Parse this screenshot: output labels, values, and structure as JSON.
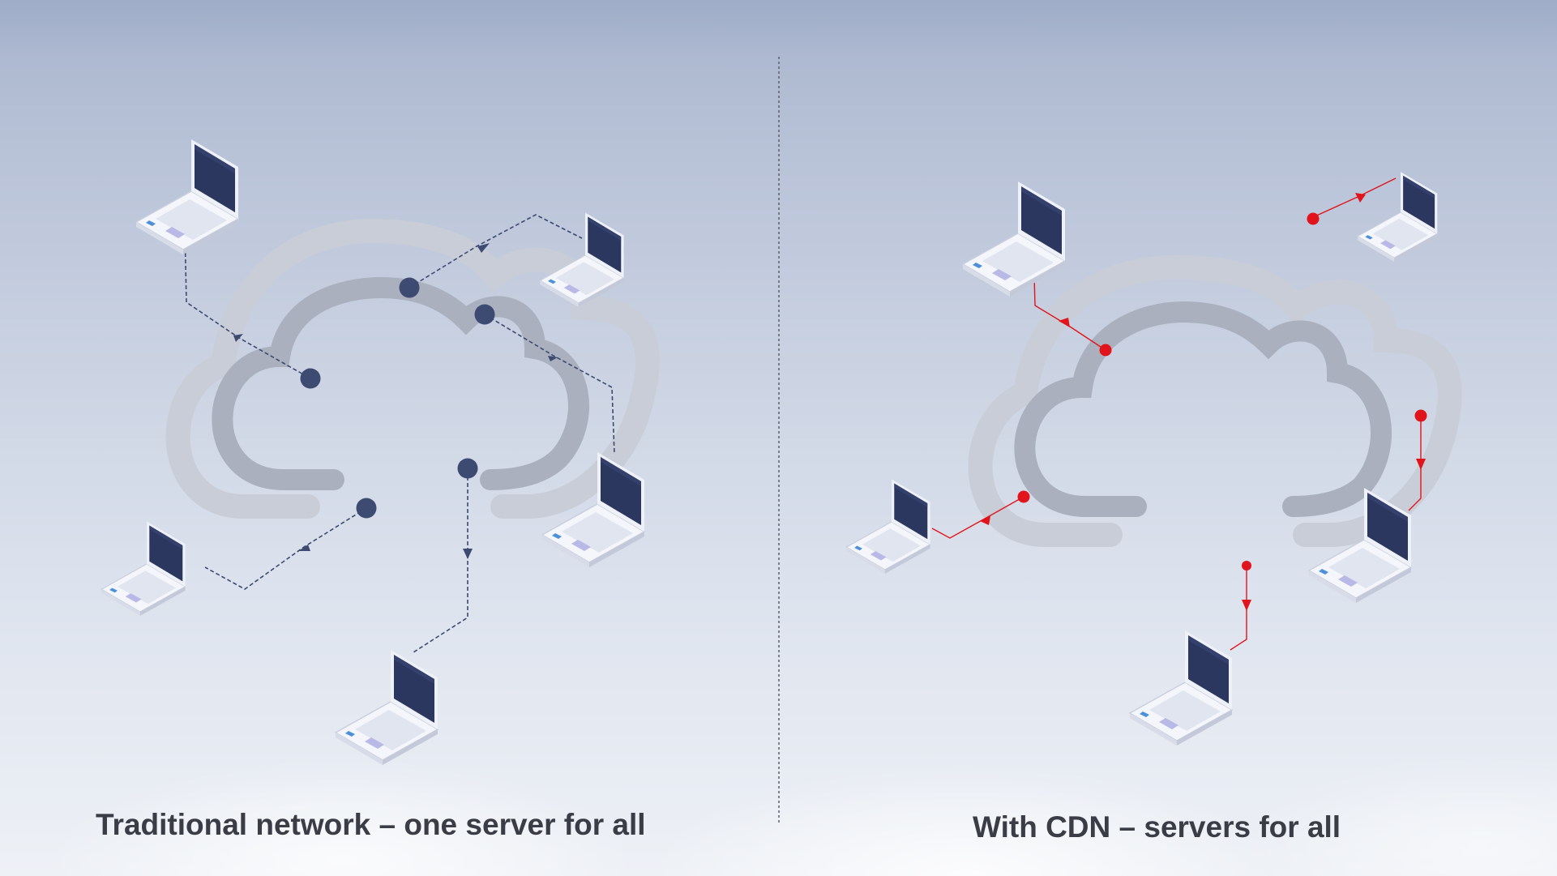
{
  "panels": {
    "left": {
      "caption": "Traditional network – one server for all"
    },
    "right": {
      "caption": "With CDN – servers for all"
    }
  },
  "colors": {
    "traditional_link": "#3d4a72",
    "cdn_link": "#e0141a",
    "cloud_outline": "#a9afbc",
    "laptop_screen": "#2c3760",
    "divider": "#5a5f6b"
  },
  "icons": [
    "laptop-icon",
    "cloud-icon",
    "server-node-dot",
    "arrow-icon"
  ]
}
